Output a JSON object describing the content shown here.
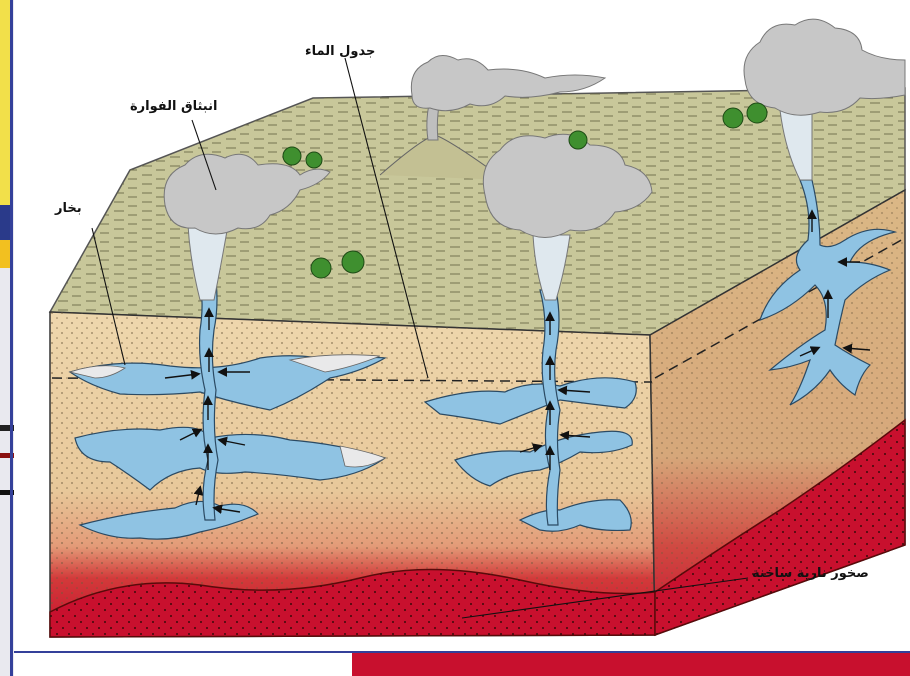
{
  "labels": {
    "water_table": "جدول الماء",
    "geyser_eruption": "انبثاق الفوارة",
    "steam": "بخار",
    "hot_igneous_rocks": "صخور نارية ساخنة"
  },
  "colors": {
    "surface": "#c8c79a",
    "soil": "#e8cfa3",
    "soil_side": "#dcb989",
    "magma": "#c8102e",
    "water": "#8fc3e3",
    "steam": "#c7c7c7",
    "tree": "#3f8f2f"
  }
}
